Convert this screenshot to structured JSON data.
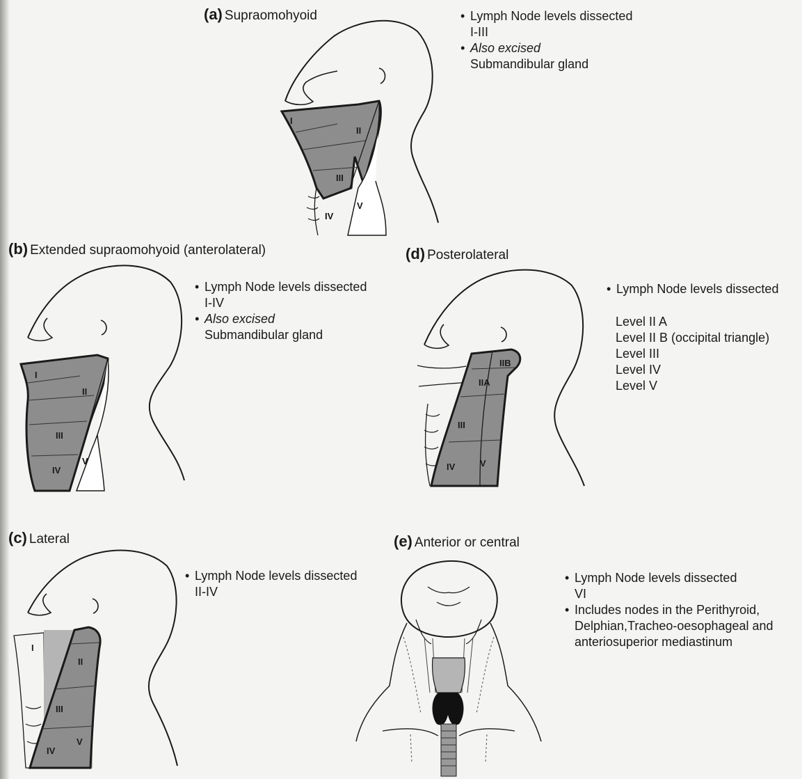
{
  "panels": {
    "a": {
      "letter": "(a)",
      "title": "Supraomohyoid",
      "bullet1": "Lymph Node levels dissected",
      "bullet1_sub": "I-III",
      "bullet2": "Also excised",
      "bullet2_sub": "Submandibular gland",
      "labels": {
        "I": "I",
        "II": "II",
        "III": "III",
        "IV": "IV",
        "V": "V"
      }
    },
    "b": {
      "letter": "(b)",
      "title": "Extended supraomohyoid (anterolateral)",
      "bullet1": "Lymph Node levels dissected",
      "bullet1_sub": "I-IV",
      "bullet2": "Also excised",
      "bullet2_sub": "Submandibular gland",
      "labels": {
        "I": "I",
        "II": "II",
        "III": "III",
        "IV": "IV",
        "V": "V"
      }
    },
    "c": {
      "letter": "(c)",
      "title": "Lateral",
      "bullet1": "Lymph Node levels dissected",
      "bullet1_sub": "II-IV",
      "labels": {
        "I": "I",
        "II": "II",
        "III": "III",
        "IV": "IV",
        "V": "V"
      }
    },
    "d": {
      "letter": "(d)",
      "title": "Posterolateral",
      "bullet1": "Lymph Node levels dissected",
      "levels": [
        "Level II A",
        "Level II B (occipital triangle)",
        "Level III",
        "Level IV",
        "Level V"
      ],
      "labels": {
        "IIB": "IIB",
        "IIA": "IIA",
        "III": "III",
        "IV": "IV",
        "V": "V"
      }
    },
    "e": {
      "letter": "(e)",
      "title": "Anterior or central",
      "bullet1": "Lymph Node levels dissected",
      "bullet1_sub": "VI",
      "bullet2": "Includes  nodes in the Perithyroid,",
      "bullet2_sub1": "Delphian,Tracheo-oesophageal and",
      "bullet2_sub2": "anteriosuperior mediastinum"
    }
  },
  "colors": {
    "shade": "#8d8d8d",
    "shade_light": "#b5b5b5",
    "ink": "#1a1a1a",
    "paper": "#f4f4f2"
  }
}
